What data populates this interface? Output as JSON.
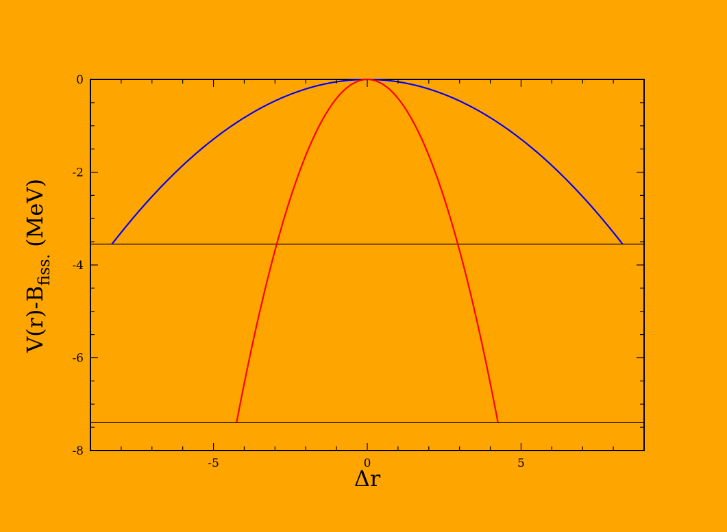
{
  "chart_data": {
    "type": "line",
    "title": "",
    "xlabel": "Δr",
    "ylabel": {
      "main": "V(r)-B",
      "subscript": "fiss.",
      "units": " (MeV)"
    },
    "xlim": [
      -9,
      9
    ],
    "ylim": [
      -8,
      0
    ],
    "x_ticks": [
      -5,
      0,
      5
    ],
    "y_ticks": [
      0,
      -2,
      -4,
      -6,
      -8
    ],
    "grid": false,
    "legend": "none",
    "background_color": "#FFA500",
    "series": [
      {
        "color": "#0000FF",
        "shape": "parabola",
        "vertex": [
          0,
          0
        ],
        "x_range": [
          -8.3,
          8.3
        ],
        "y_at_ends": -3.55
      },
      {
        "color": "#FF0000",
        "shape": "parabola",
        "vertex": [
          0,
          0
        ],
        "x_range": [
          -4.25,
          4.25
        ],
        "y_at_ends": -7.4
      }
    ],
    "reference_lines": [
      {
        "orientation": "horizontal",
        "y": -3.55,
        "color": "#000000"
      },
      {
        "orientation": "horizontal",
        "y": -7.4,
        "color": "#000000"
      }
    ]
  }
}
